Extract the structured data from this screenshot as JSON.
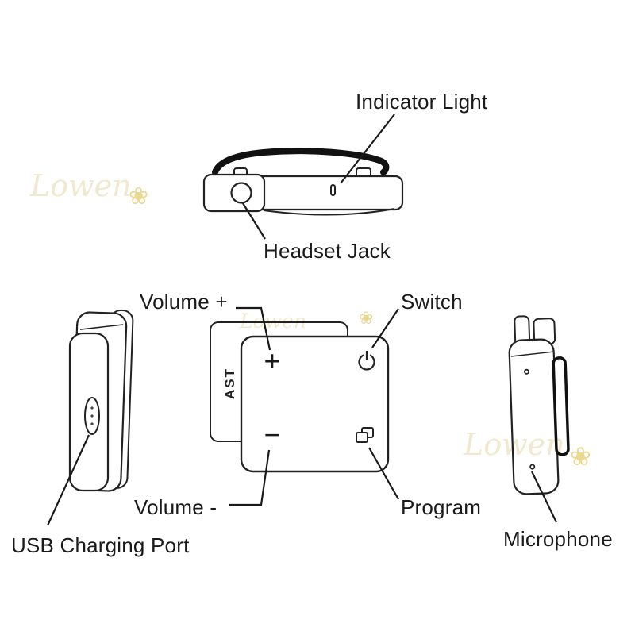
{
  "labels": {
    "indicator_light": "Indicator Light",
    "headset_jack": "Headset Jack",
    "volume_plus": "Volume +",
    "switch": "Switch",
    "volume_minus": "Volume -",
    "program": "Program",
    "usb_charging_port": "USB Charging Port",
    "microphone": "Microphone"
  },
  "device": {
    "brand": "AST",
    "plus": "+",
    "minus": "−"
  },
  "watermark": {
    "text": "Lowen",
    "flower_icon": "❀"
  },
  "colors": {
    "line": "#1a1a1a",
    "device_outline": "#222222",
    "clip_black": "#111111",
    "watermark_text": "#f1e9cf",
    "watermark_flower": "#ead98f"
  }
}
